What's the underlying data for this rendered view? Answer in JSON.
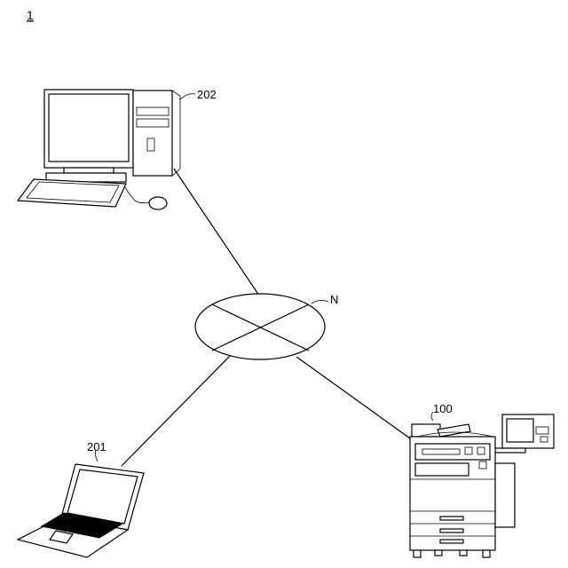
{
  "figure": {
    "label": "1"
  },
  "network": {
    "label": "N"
  },
  "devices": {
    "desktop": {
      "ref": "202"
    },
    "laptop": {
      "ref": "201"
    },
    "mfp": {
      "ref": "100"
    }
  },
  "colors": {
    "line": "#000000",
    "background": "#ffffff"
  }
}
